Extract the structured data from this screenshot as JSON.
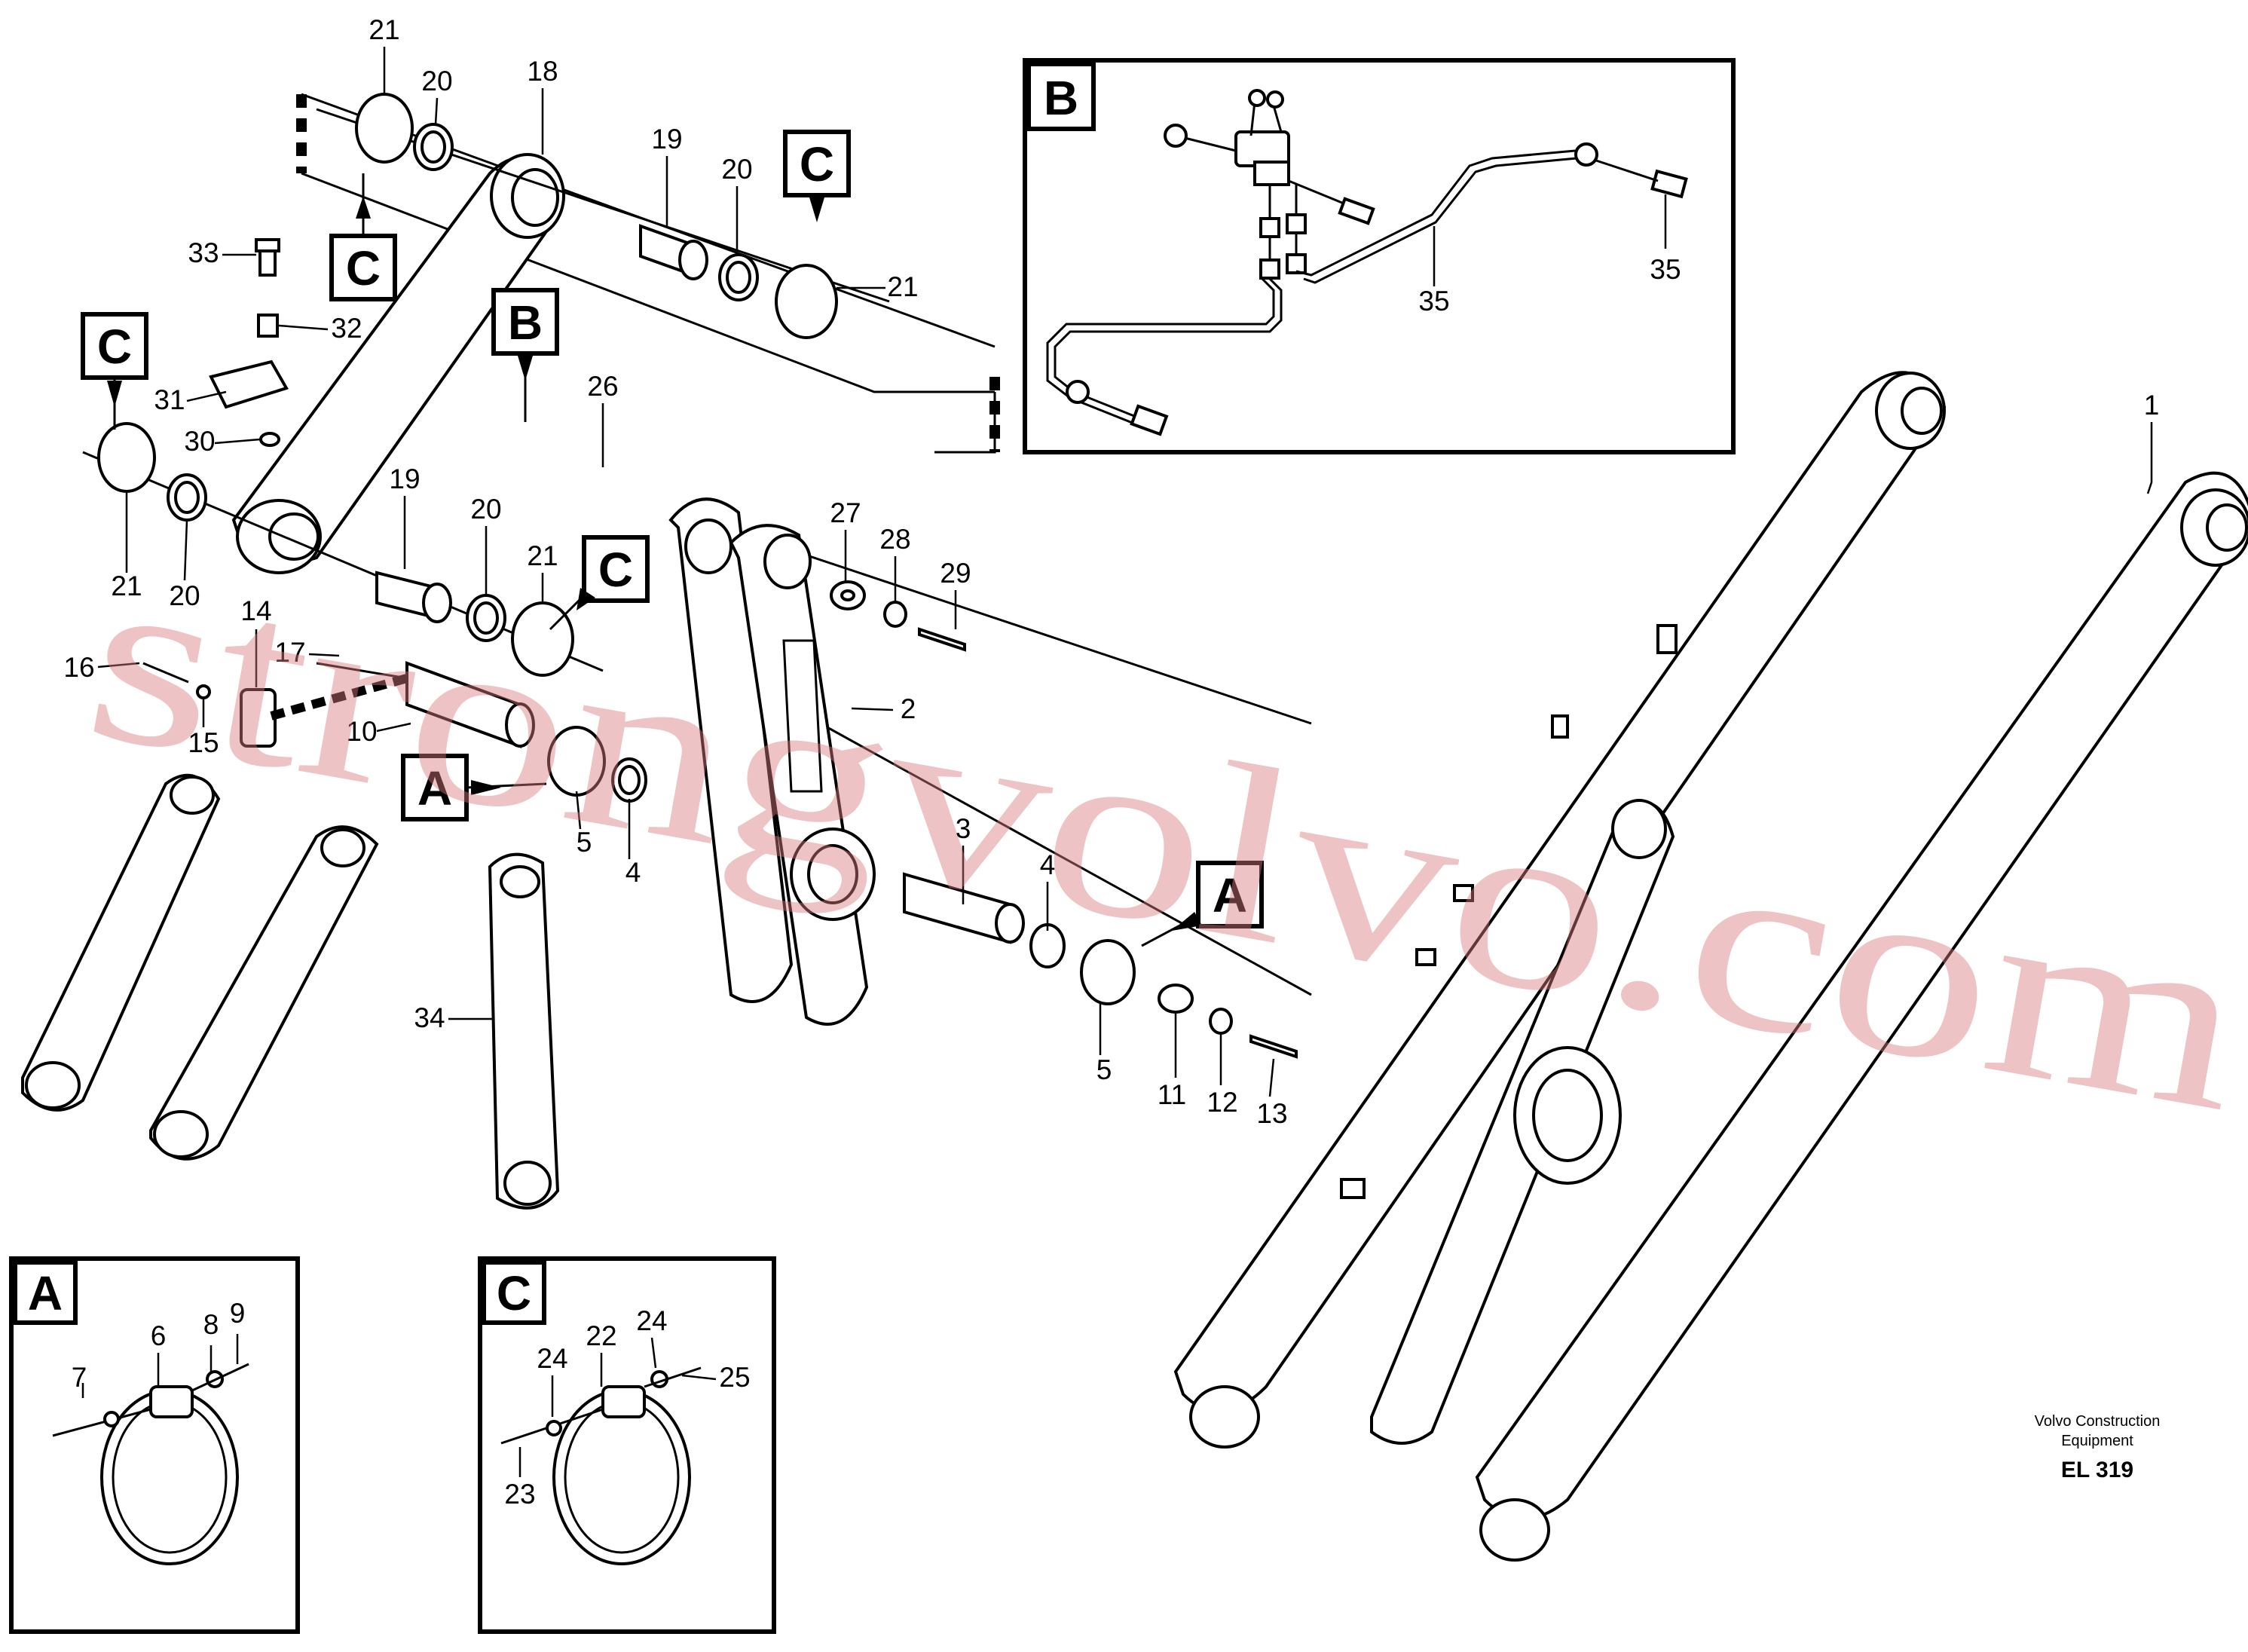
{
  "diagram": {
    "watermark": "strongvolvo.com",
    "publisher_line1": "Volvo Construction",
    "publisher_line2": "Equipment",
    "figure_code": "EL 319"
  },
  "callout_letters": {
    "A": "A",
    "B": "B",
    "C": "C"
  },
  "part_numbers": [
    "1",
    "2",
    "3",
    "4",
    "5",
    "6",
    "7",
    "8",
    "9",
    "10",
    "11",
    "12",
    "13",
    "14",
    "15",
    "16",
    "17",
    "18",
    "19",
    "20",
    "21",
    "22",
    "23",
    "24",
    "25",
    "26",
    "27",
    "28",
    "29",
    "30",
    "31",
    "32",
    "33",
    "34",
    "35"
  ]
}
